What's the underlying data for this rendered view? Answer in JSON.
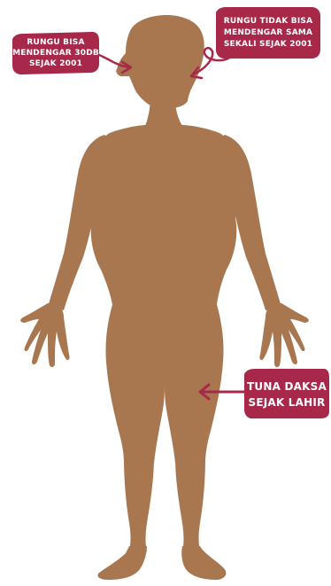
{
  "colors": {
    "body": "#A9774F",
    "label_bg": "#A8284A",
    "label_text": "#FFFFFF",
    "background": "#FFFFFF"
  },
  "callouts": {
    "left_ear": {
      "line1": "RUNGU BISA",
      "line2": "MENDENGAR 30DB",
      "line3": "SEJAK 2001"
    },
    "right_ear": {
      "line1": "RUNGU TIDAK BISA",
      "line2": "MENDENGAR SAMA",
      "line3": "SEKALI SEJAK 2001"
    },
    "leg": {
      "line1": "TUNA DAKSA",
      "line2": "SEJAK LAHIR"
    }
  }
}
